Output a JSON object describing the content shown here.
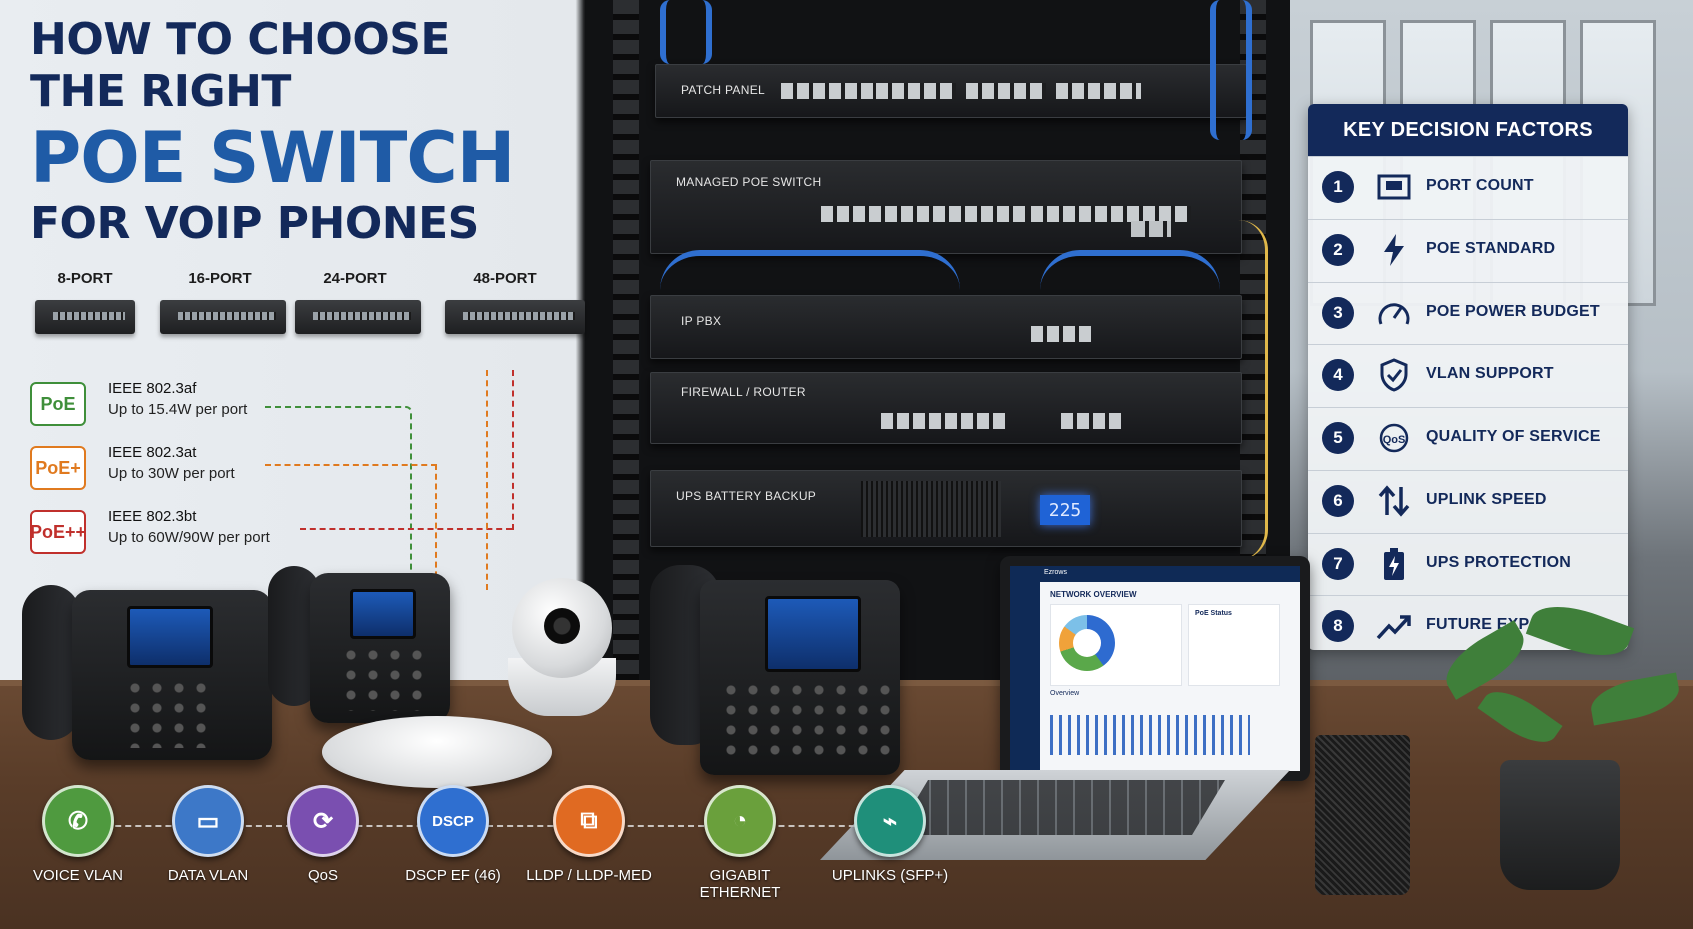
{
  "title": {
    "line1": "HOW TO CHOOSE",
    "line2": "THE RIGHT",
    "line3": "POE SWITCH",
    "line4": "FOR VOIP PHONES"
  },
  "port_options": [
    "8-PORT",
    "16-PORT",
    "24-PORT",
    "48-PORT"
  ],
  "poe_standards": [
    {
      "badge": "PoE",
      "standard": "IEEE 802.3af",
      "power": "Up to 15.4W per port",
      "color": "#3f8f3a"
    },
    {
      "badge": "PoE+",
      "standard": "IEEE 802.3at",
      "power": "Up to 30W per port",
      "color": "#e07a1f"
    },
    {
      "badge": "PoE++",
      "standard": "IEEE 802.3bt",
      "power": "Up to 60W/90W per port",
      "color": "#c0302c"
    }
  ],
  "rack": {
    "patch_panel": "PATCH PANEL",
    "switch": "MANAGED POE SWITCH",
    "pbx": "IP PBX",
    "firewall": "FIREWALL / ROUTER",
    "ups": "UPS BATTERY BACKUP",
    "ups_display": "225"
  },
  "key_factors": {
    "heading": "KEY DECISION FACTORS",
    "items": [
      {
        "num": "1",
        "label": "PORT COUNT",
        "icon": "ethernet-port-icon"
      },
      {
        "num": "2",
        "label": "POE STANDARD",
        "icon": "lightning-icon"
      },
      {
        "num": "3",
        "label": "POE POWER BUDGET",
        "icon": "gauge-icon"
      },
      {
        "num": "4",
        "label": "VLAN SUPPORT",
        "icon": "shield-check-icon"
      },
      {
        "num": "5",
        "label": "QUALITY OF SERVICE",
        "icon": "qos-icon"
      },
      {
        "num": "6",
        "label": "UPLINK SPEED",
        "icon": "up-down-arrows-icon"
      },
      {
        "num": "7",
        "label": "UPS PROTECTION",
        "icon": "battery-icon"
      },
      {
        "num": "8",
        "label": "FUTURE EXPANSION",
        "icon": "trend-up-icon"
      }
    ]
  },
  "laptop": {
    "app_name": "Ezrows",
    "heading": "NETWORK OVERVIEW",
    "poe_status": "PoE Status",
    "overview": "Overview"
  },
  "features": [
    {
      "label": "VOICE VLAN",
      "icon": "phone-icon",
      "glyph": "✆",
      "color": "#4f9a3f"
    },
    {
      "label": "DATA VLAN",
      "icon": "monitor-icon",
      "glyph": "▭",
      "color": "#3d78c8"
    },
    {
      "label": "QoS",
      "icon": "qos-icon",
      "glyph": "⟳",
      "color": "#7a4fb0"
    },
    {
      "label": "DSCP EF (46)",
      "icon": "dscp-icon",
      "glyph": "DSCP",
      "color": "#2f6fd0"
    },
    {
      "label": "LLDP / LLDP-MED",
      "icon": "network-tree-icon",
      "glyph": "⧉",
      "color": "#e06a22"
    },
    {
      "label": "GIGABIT ETHERNET",
      "icon": "speedometer-icon",
      "glyph": "◔",
      "color": "#6aa03c"
    },
    {
      "label": "UPLINKS (SFP+)",
      "icon": "fiber-icon",
      "glyph": "⌁",
      "color": "#1f8f7a"
    }
  ]
}
